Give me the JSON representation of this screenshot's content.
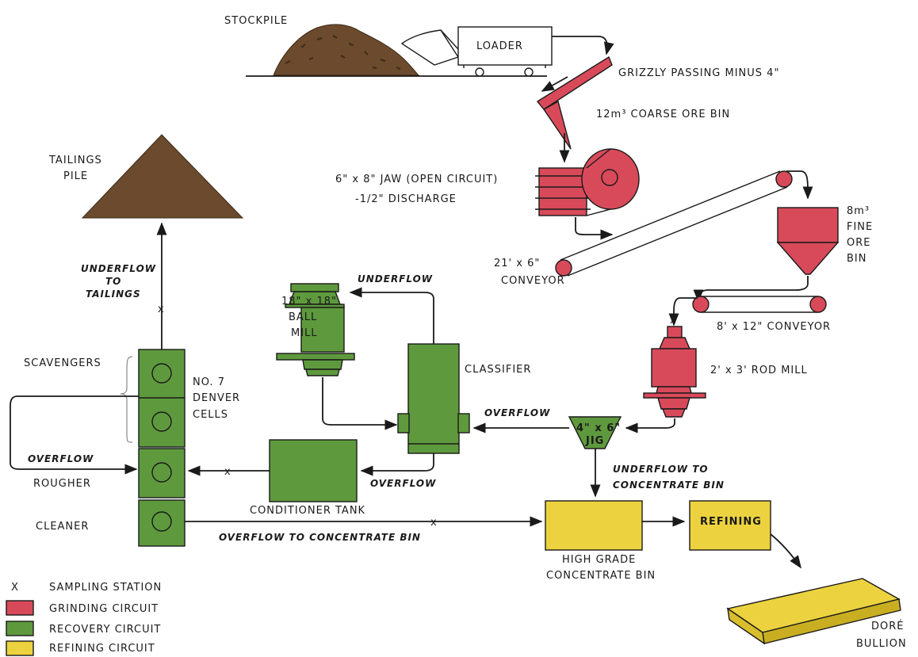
{
  "colors": {
    "grinding": "#d84a5a",
    "recovery": "#5e9a3d",
    "refining": "#ecd23f",
    "stockpile": "#6b4a2d",
    "tailings": "#6b4a2d",
    "line": "#1a1a1a"
  },
  "labels": {
    "stockpile": "STOCKPILE",
    "loader": "LOADER",
    "grizzly": "GRIZZLY PASSING MINUS 4\"",
    "coarse_bin": "12m³ COARSE ORE BIN",
    "jaw_line1": "6\" x 8\" JAW (OPEN CIRCUIT)",
    "jaw_line2": "-1/2\" DISCHARGE",
    "conveyor21_line1": "21' x 6\"",
    "conveyor21_line2": "CONVEYOR",
    "fine_bin_line1": "8m³",
    "fine_bin_line2": "FINE",
    "fine_bin_line3": "ORE",
    "fine_bin_line4": "BIN",
    "conveyor8": "8' x 12\" CONVEYOR",
    "rod_mill": "2' x 3' ROD MILL",
    "tailings_line1": "TAILINGS",
    "tailings_line2": "PILE",
    "underflow_tailings_line1": "UNDERFLOW",
    "underflow_tailings_line2": "TO",
    "underflow_tailings_line3": "TAILINGS",
    "ball_mill_line1": "18\" x 18\"",
    "ball_mill_line2": "BALL",
    "ball_mill_line3": "MILL",
    "underflow_classifier": "UNDERFLOW",
    "classifier": "CLASSIFIER",
    "scavengers": "SCAVENGERS",
    "denver_line1": "NO. 7",
    "denver_line2": "DENVER",
    "denver_line3": "CELLS",
    "overflow_jig": "OVERFLOW",
    "jig_line1": "4\" x 6\"",
    "jig_line2": "JIG",
    "overflow_left": "OVERFLOW",
    "rougher": "ROUGHER",
    "overflow_classifier_bottom": "OVERFLOW",
    "underflow_jig_line1": "UNDERFLOW TO",
    "underflow_jig_line2": "CONCENTRATE BIN",
    "conditioner": "CONDITIONER TANK",
    "cleaner": "CLEANER",
    "overflow_concentrate": "OVERFLOW TO CONCENTRATE BIN",
    "refining": "REFINING",
    "hg_bin_line1": "HIGH GRADE",
    "hg_bin_line2": "CONCENTRATE BIN",
    "dore_line1": "DORÉ",
    "dore_line2": "BULLION"
  },
  "legend": [
    {
      "symbol": "X",
      "label": "SAMPLING STATION"
    },
    {
      "symbol": "grinding",
      "label": "GRINDING CIRCUIT"
    },
    {
      "symbol": "recovery",
      "label": "RECOVERY CIRCUIT"
    },
    {
      "symbol": "refining",
      "label": "REFINING CIRCUIT"
    }
  ]
}
